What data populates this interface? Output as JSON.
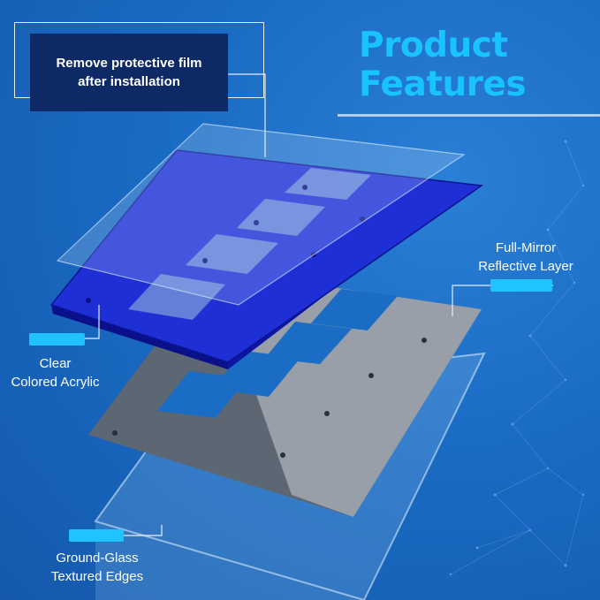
{
  "heading": {
    "line1": "Product",
    "line2": "Features"
  },
  "note": {
    "text": "Remove protective film\nafter installation"
  },
  "callouts": {
    "mirror": "Full-Mirror\nReflective Layer",
    "acrylic": "Clear\nColored Acrylic",
    "glass": "Ground-Glass\nTextured Edges"
  },
  "colors": {
    "background": "#1a6cc4",
    "accent": "#1ec3ff",
    "acrylic": "#1f2fd6",
    "mirror": "#6e7785",
    "note_box": "#0e2a66"
  }
}
